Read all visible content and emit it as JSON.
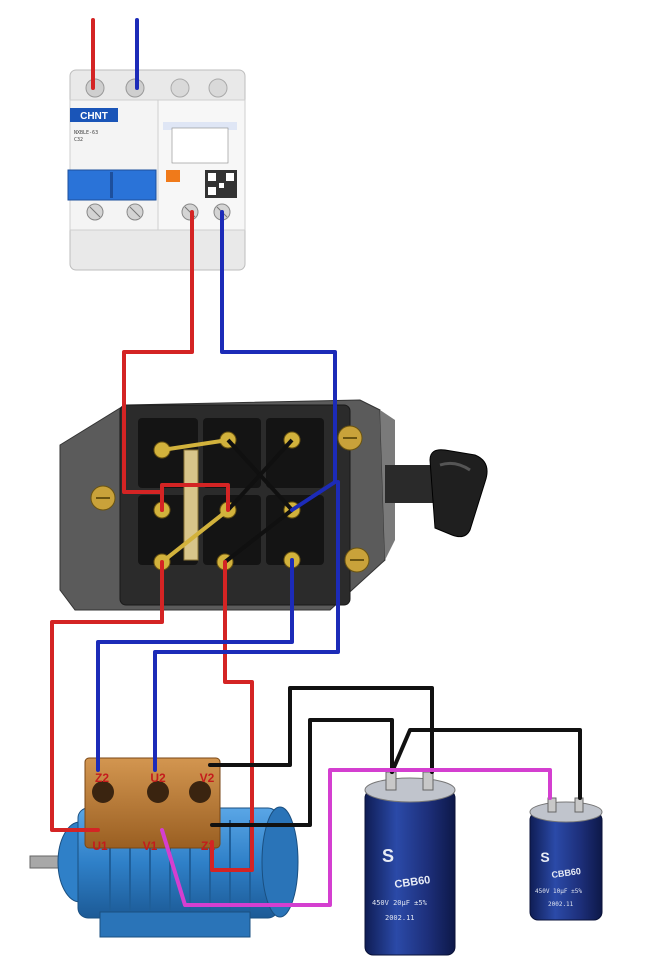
{
  "breaker": {
    "brand": "CHNT",
    "model_text": "NXBLE-63",
    "rating_text": "C32"
  },
  "motor_terminals": {
    "top": [
      "Z2",
      "U2",
      "V2"
    ],
    "bottom": [
      "U1",
      "V1",
      "Z1"
    ]
  },
  "capacitors": [
    {
      "brand_mark": "S",
      "series": "CBB60",
      "spec": "450V 20μF ±5%",
      "date": "2002.11"
    },
    {
      "brand_mark": "S",
      "series": "CBB60",
      "spec": "450V 10μF ±5%",
      "date": "2002.11"
    }
  ],
  "colors": {
    "live_wire": "#d42424",
    "neutral_wire": "#1c2bb8",
    "capacitor_wire": "#111111",
    "start_wire": "#d43fd0",
    "motor_body": "#2f80c8",
    "switch_body": "#3a3a3a",
    "terminal_brass": "#b9782f",
    "capacitor_body": "#1d2f7a"
  }
}
